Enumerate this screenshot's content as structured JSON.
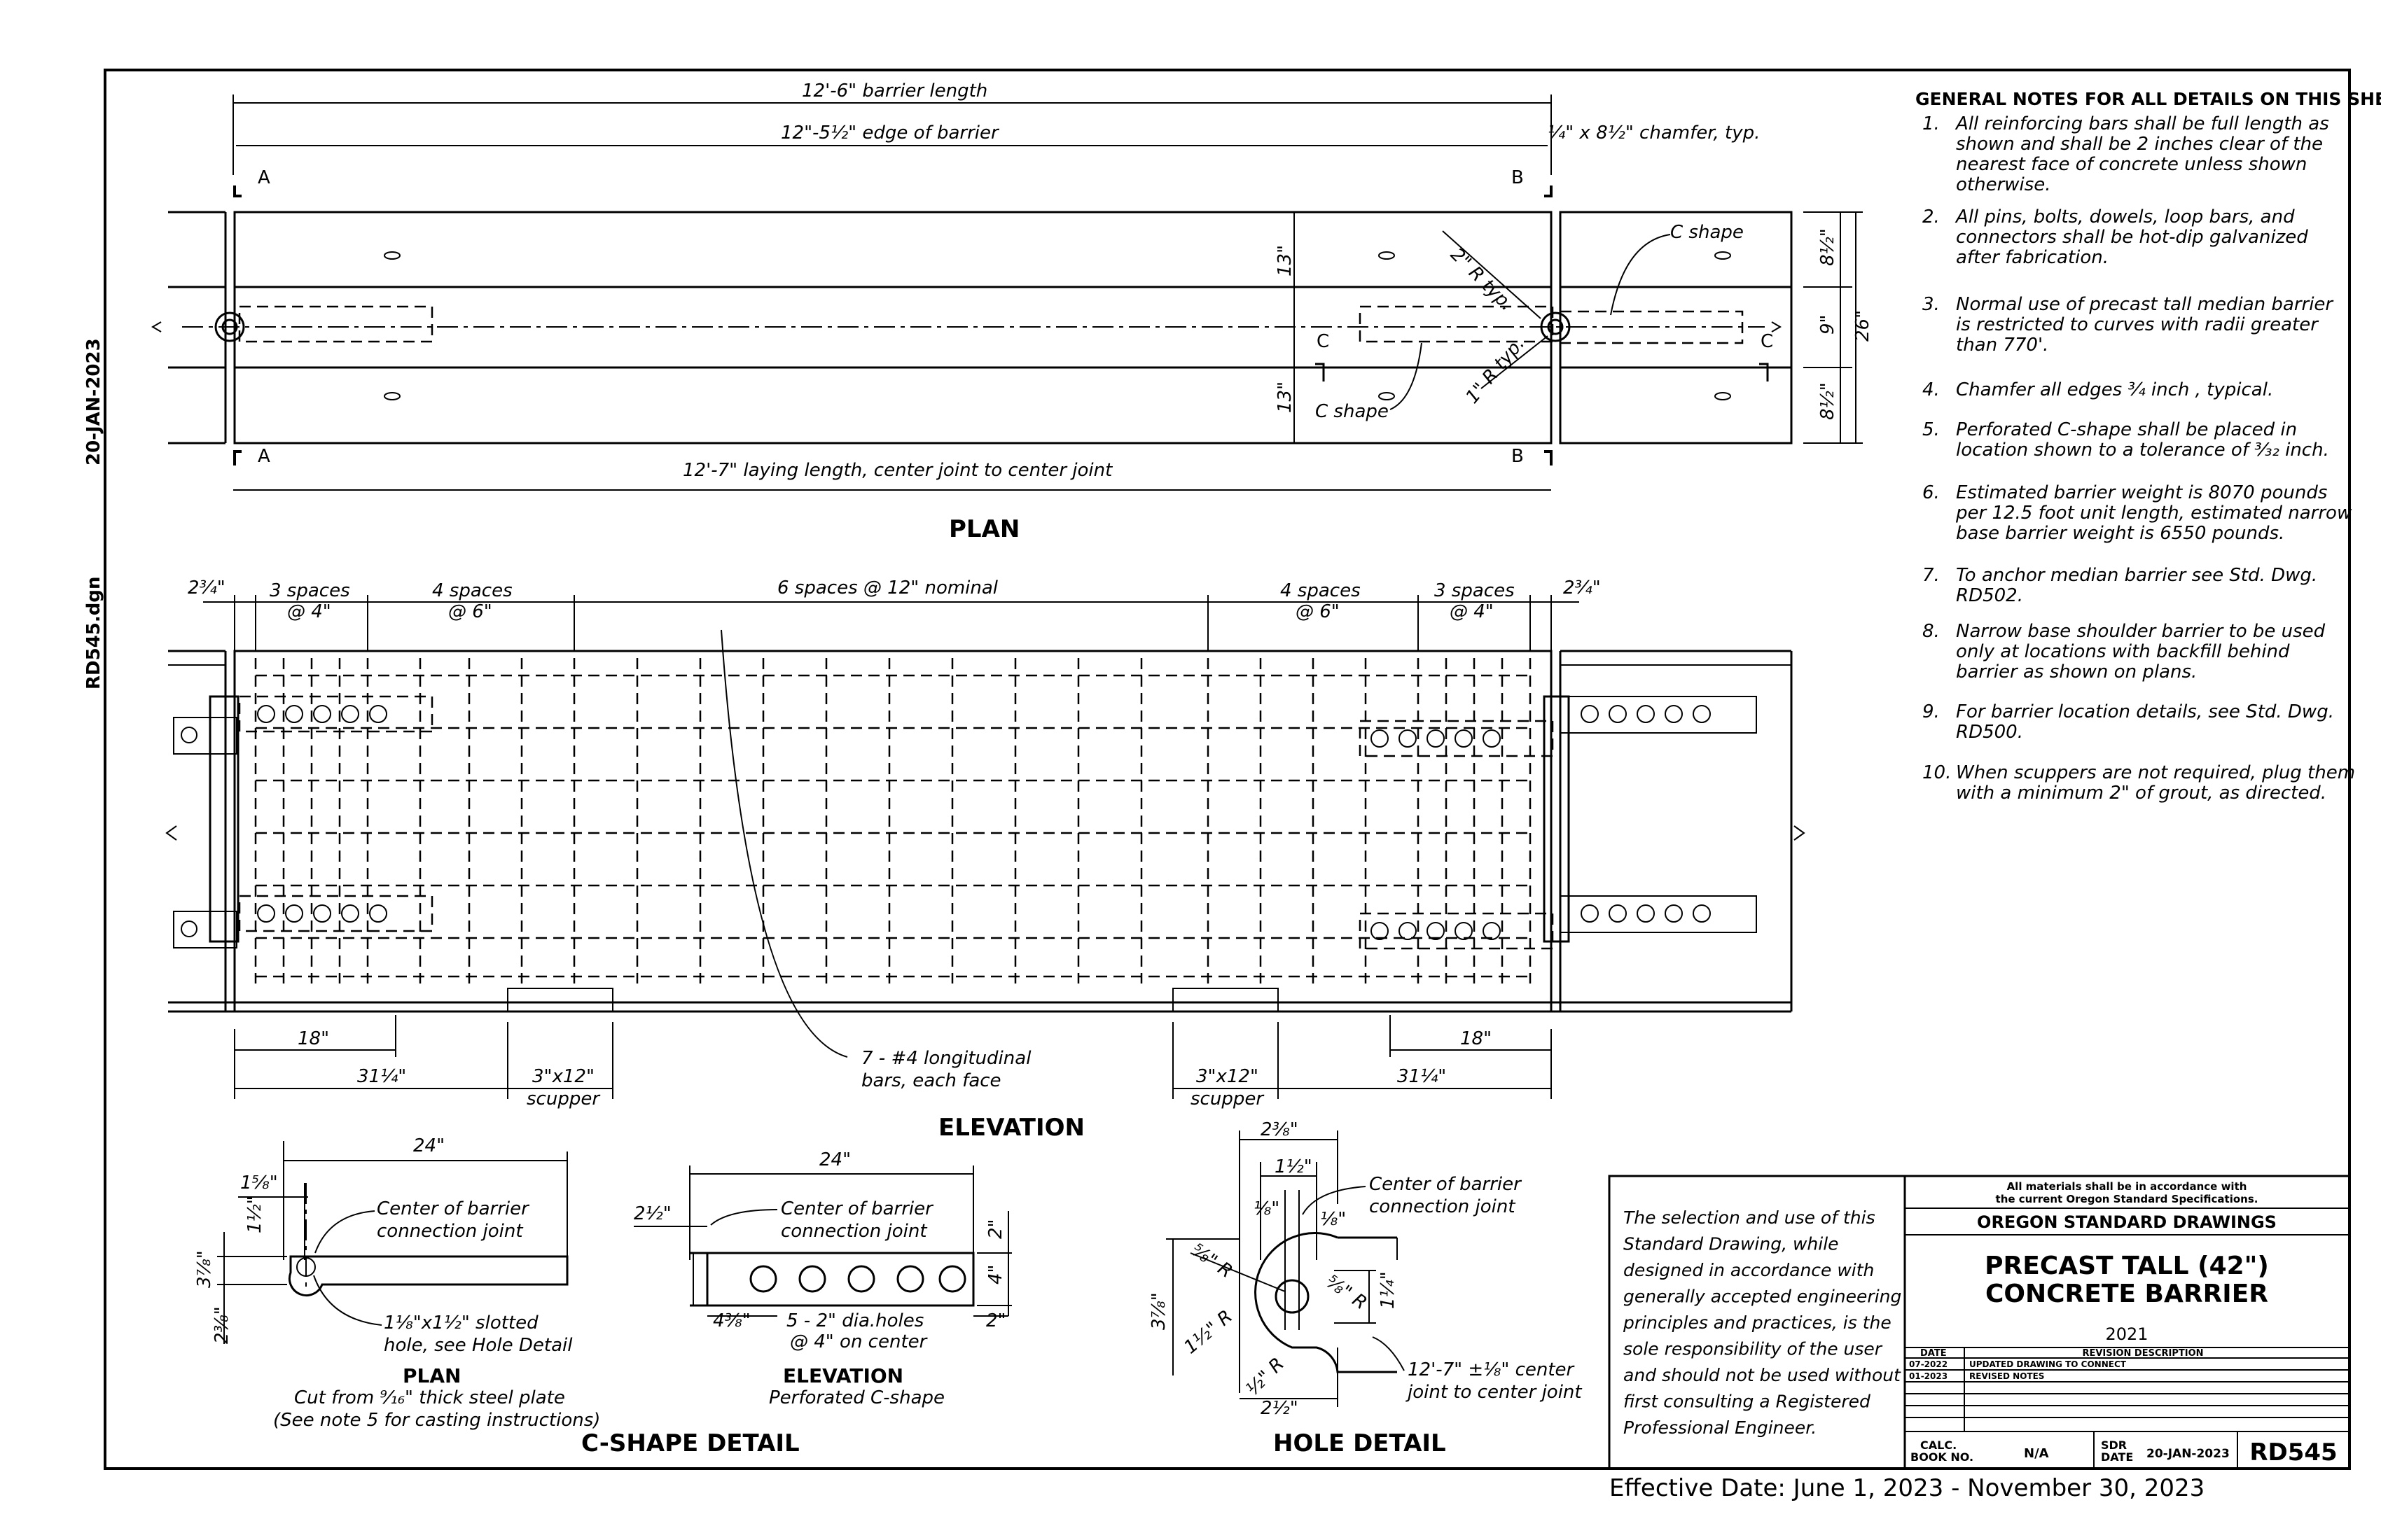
{
  "sidebar": {
    "date": "20-JAN-2023",
    "file": "RD545.dgn"
  },
  "plan": {
    "barrier_length": "12'-6\" barrier length",
    "edge_of_barrier": "12\"-5½\" edge of barrier",
    "chamfer": "¼\" x 8½\" chamfer, typ.",
    "laying_length": "12'-7\" laying length, center joint to center joint",
    "title": "PLAN",
    "dim_13_top": "13\"",
    "dim_13_bot": "13\"",
    "dim_8half_top": "8½\"",
    "dim_9": "9\"",
    "dim_26": "26\"",
    "dim_8half_bot": "8½\"",
    "c_shape_left": "C shape",
    "c_shape_right": "C shape",
    "radius_2": "2\" R typ.",
    "radius_1": "1\" R typ.",
    "sec_a": "A",
    "sec_b": "B",
    "sec_c": "C"
  },
  "elevation": {
    "title": "ELEVATION",
    "dim_left_edge": "2¾\"",
    "dim_right_edge": "2¾\"",
    "spaces_3_left": "3 spaces",
    "spaces_3_left_b": "@ 4\"",
    "spaces_4_left": "4 spaces",
    "spaces_4_left_b": "@ 6\"",
    "spaces_6": "6 spaces @ 12\" nominal",
    "spaces_4_right": "4 spaces",
    "spaces_4_right_b": "@ 6\"",
    "spaces_3_right": "3 spaces",
    "spaces_3_right_b": "@ 4\"",
    "dim_18_left": "18\"",
    "dim_31_left": "31¼\"",
    "scupper_left": "3\"x12\"",
    "scupper_left_b": "scupper",
    "bars_note": "7 - #4 longitudinal",
    "bars_note_b": "bars, each face",
    "scupper_right": "3\"x12\"",
    "scupper_right_b": "scupper",
    "dim_18_right": "18\"",
    "dim_31_right": "31¼\""
  },
  "cshape": {
    "title": "C-SHAPE DETAIL",
    "plan_dim_24": "24\"",
    "plan_dim_1_5_8": "1⅝\"",
    "plan_dim_1_half": "1½\"",
    "plan_dim_3_7_8": "3⅞\"",
    "plan_dim_2_3_8": "2⅜\"",
    "plan_center_note": "Center of barrier",
    "plan_center_note_b": "connection joint",
    "plan_slot_note": "1⅛\"x1½\" slotted",
    "plan_slot_note_b": "hole, see Hole Detail",
    "plan_label": "PLAN",
    "plan_cut": "Cut from ⁹⁄₁₆\" thick steel plate",
    "plan_see": "(See note 5 for casting instructions)",
    "elev_dim_24": "24\"",
    "elev_dim_2_half": "2½\"",
    "elev_dim_2_top": "2\"",
    "elev_dim_4": "4\"",
    "elev_dim_4_3_8": "4⅜\"",
    "elev_dim_2_bot": "2\"",
    "elev_center_note": "Center of barrier",
    "elev_center_note_b": "connection joint",
    "elev_holes": "5 - 2\" dia.holes",
    "elev_holes_b": "@ 4\" on center",
    "elev_label": "ELEVATION",
    "elev_sub": "Perforated C-shape"
  },
  "hole": {
    "title": "HOLE DETAIL",
    "dim_2_3_8": "2⅜\"",
    "dim_1_half_top": "1½\"",
    "dim_1_8_left": "⅛\"",
    "dim_1_8_right": "⅛\"",
    "center_note": "Center of barrier",
    "center_note_b": "connection joint",
    "r_5_8_left": "⅝\" R",
    "r_5_8_right": "⅝\" R",
    "dim_1_quarter": "1¼\"",
    "dim_3_7_8": "3⅞\"",
    "r_1_half": "1½\" R",
    "r_half": "½\" R",
    "dim_2_half": "2½\"",
    "center_joint": "12'-7\" ±⅛\" center",
    "center_joint_b": "joint to center joint"
  },
  "notes": {
    "header": "GENERAL NOTES FOR ALL DETAILS ON THIS SHEET:",
    "items": [
      {
        "num": "1.",
        "lines": [
          "All reinforcing bars shall be full length as",
          "shown and shall be 2 inches clear of the",
          "nearest face of concrete unless shown",
          "otherwise."
        ]
      },
      {
        "num": "2.",
        "lines": [
          "All pins, bolts, dowels, loop bars, and",
          "connectors shall be hot-dip galvanized",
          "after fabrication."
        ]
      },
      {
        "num": "3.",
        "lines": [
          "Normal use of precast tall median barrier",
          "is restricted to curves with radii greater",
          "than 770'."
        ]
      },
      {
        "num": "4.",
        "lines": [
          "Chamfer all edges ¾ inch , typical."
        ]
      },
      {
        "num": "5.",
        "lines": [
          "Perforated C-shape shall be placed in",
          "location shown to a tolerance of ³⁄₃₂ inch."
        ]
      },
      {
        "num": "6.",
        "lines": [
          "Estimated barrier weight is 8070 pounds",
          "per 12.5 foot unit length, estimated narrow",
          "base barrier weight is 6550 pounds."
        ]
      },
      {
        "num": "7.",
        "lines": [
          "To anchor median barrier see Std. Dwg.",
          "RD502."
        ]
      },
      {
        "num": "8.",
        "lines": [
          "Narrow base shoulder barrier to be used",
          "only at locations with backfill behind",
          "barrier as shown on plans."
        ]
      },
      {
        "num": "9.",
        "lines": [
          "For barrier location details, see Std. Dwg.",
          "RD500."
        ]
      },
      {
        "num": "10.",
        "lines": [
          "When scuppers are not required, plug them",
          "with a minimum 2\" of grout, as directed."
        ]
      }
    ]
  },
  "disclaimer": {
    "lines": [
      "The selection and use of this",
      "Standard Drawing, while",
      "designed in accordance with",
      "generally accepted engineering",
      "principles and practices, is the",
      "sole responsibility of the user",
      "and should not be used without",
      "first consulting a Registered",
      "Professional Engineer."
    ]
  },
  "titleblock": {
    "materials": "All materials shall be in accordance with",
    "materials_b": "the current Oregon Standard Specifications.",
    "org": "OREGON STANDARD DRAWINGS",
    "title_1": "PRECAST TALL (42\")",
    "title_2": "CONCRETE BARRIER",
    "year": "2021",
    "col_date": "DATE",
    "col_desc": "REVISION DESCRIPTION",
    "rev_1_date": "07-2022",
    "rev_1_desc": "UPDATED DRAWING TO CONNECT",
    "rev_2_date": "01-2023",
    "rev_2_desc": "REVISED NOTES",
    "calc": "CALC.",
    "book": "BOOK NO.",
    "book_val": "N/A",
    "sdr": "SDR",
    "sdr_date": "DATE",
    "sdr_val": "20-JAN-2023",
    "drawing_no": "RD545"
  },
  "effective": "Effective Date: June 1, 2023 - November 30, 2023"
}
